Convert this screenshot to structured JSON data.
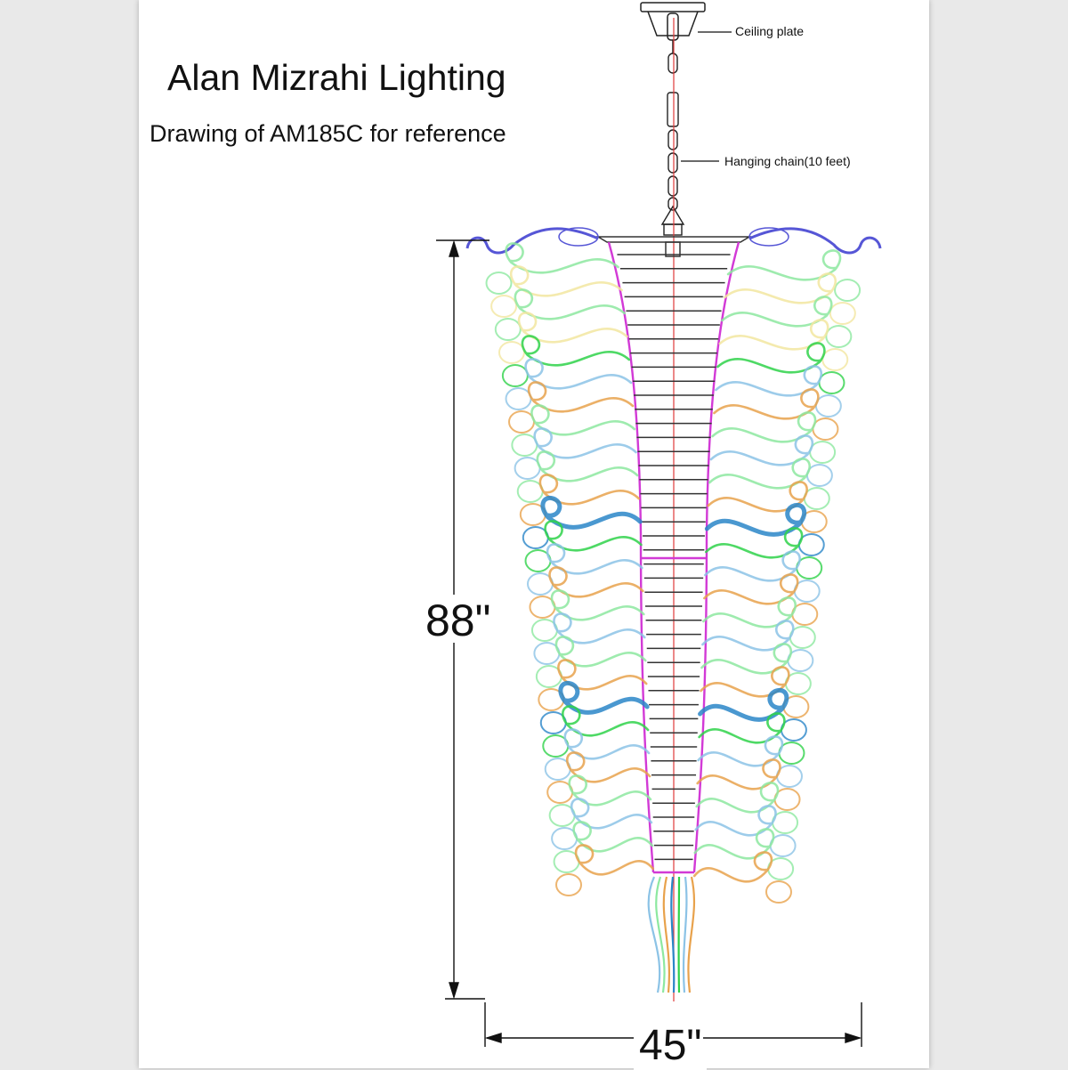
{
  "title": "Alan Mizrahi Lighting",
  "subtitle": "Drawing of AM185C for reference",
  "labels": {
    "ceiling_plate": "Ceiling plate",
    "hanging_chain": "Hanging chain(10 feet)"
  },
  "dimensions": {
    "height": "88\"",
    "width": "45\""
  },
  "colors": {
    "purple": "#5656d6",
    "yellow": "#f2e6a0",
    "green": "#2fd24a",
    "lightgreen": "#8de8a0",
    "blue": "#2a86c8",
    "lightblue": "#8cc3e6",
    "orange": "#e8a24c",
    "frame": "#d23ad6",
    "axis": "#e03a3a"
  }
}
